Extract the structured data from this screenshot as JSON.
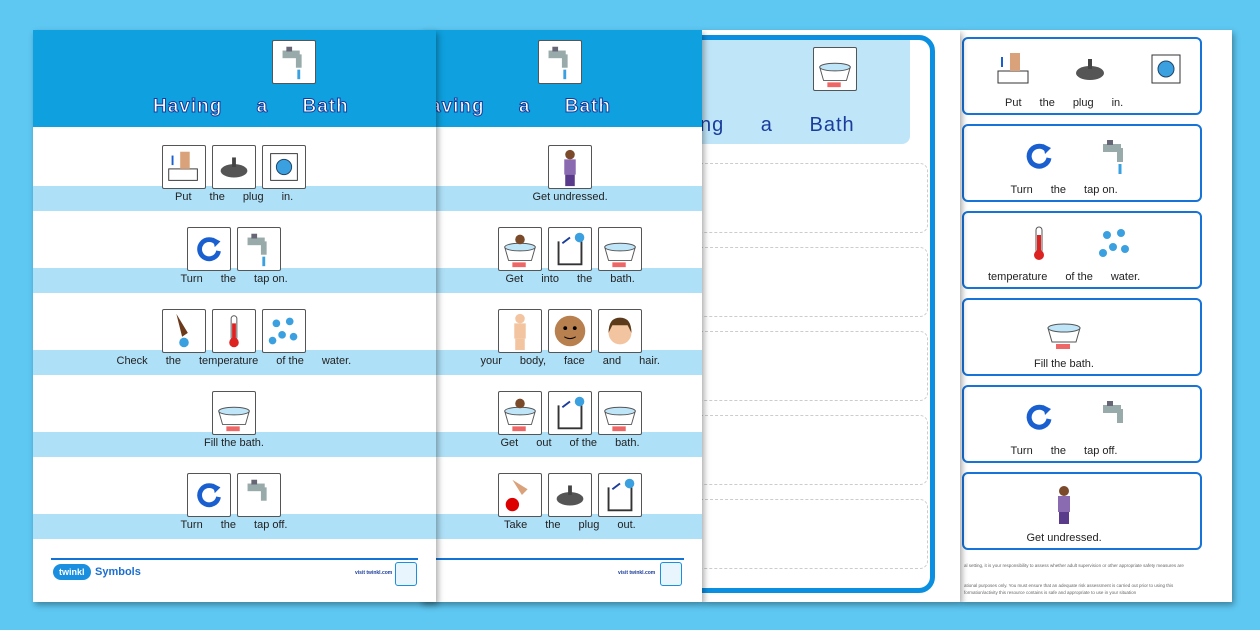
{
  "colors": {
    "background": "#5ec8f2",
    "header": "#0ea0df",
    "band": "#aee0f8",
    "frame": "#0b8fe0"
  },
  "page1": {
    "title": "Having a Bath",
    "title_icon": "tap-hands-icon",
    "rows": [
      {
        "icons": [
          "hand-press-icon",
          "plug-icon",
          "plughole-icon"
        ],
        "words": [
          "Put",
          "the",
          "plug",
          "in."
        ]
      },
      {
        "icons": [
          "turn-arrow-icon",
          "tap-on-icon"
        ],
        "words": [
          "Turn",
          "the",
          "tap on."
        ]
      },
      {
        "icons": [
          "finger-water-icon",
          "thermometer-icon",
          "water-drops-icon"
        ],
        "words": [
          "Check",
          "the",
          "temperature",
          "of the",
          "water."
        ]
      },
      {
        "icons": [
          "bath-icon"
        ],
        "words": [
          "Fill the bath."
        ]
      },
      {
        "icons": [
          "turn-arrow-icon",
          "tap-off-icon"
        ],
        "words": [
          "Turn",
          "the",
          "tap off."
        ]
      }
    ],
    "footer": {
      "logo": "twinkl",
      "symbols": "Symbols",
      "visit": "visit twinkl.com"
    }
  },
  "page2": {
    "title": "aving a Bath",
    "title_icon": "tap-hands-icon",
    "rows": [
      {
        "icons": [
          "person-icon"
        ],
        "words": [
          "Get undressed."
        ]
      },
      {
        "icons": [
          "person-bath-icon",
          "step-in-icon",
          "bath-icon"
        ],
        "words": [
          "Get",
          "into",
          "the",
          "bath."
        ]
      },
      {
        "icons": [
          "body-icon",
          "face-icon",
          "hair-icon"
        ],
        "words": [
          "your",
          "body,",
          "face",
          "and",
          "hair."
        ]
      },
      {
        "icons": [
          "person-bath-icon",
          "step-out-icon",
          "bath-icon"
        ],
        "words": [
          "Get",
          "out",
          "of the",
          "bath."
        ]
      },
      {
        "icons": [
          "hand-red-dot-icon",
          "plug-icon",
          "plug-out-icon"
        ],
        "words": [
          "Take",
          "the",
          "plug",
          "out."
        ]
      }
    ],
    "footer": {
      "visit": "visit twinkl.com"
    }
  },
  "page3": {
    "title": "ng a Bath",
    "title_icon": "bath-icon",
    "slots": 5
  },
  "page4": {
    "rows": [
      {
        "icons": [
          "hand-press-icon",
          "plug-icon",
          "plughole-icon"
        ],
        "words": [
          "Put",
          "the",
          "plug",
          "in."
        ]
      },
      {
        "icons": [
          "turn-arrow-icon",
          "tap-on-icon"
        ],
        "words": [
          "Turn",
          "the",
          "tap on."
        ]
      },
      {
        "icons": [
          "thermometer-icon",
          "water-drops-icon"
        ],
        "words": [
          "temperature",
          "of the",
          "water."
        ]
      },
      {
        "icons": [
          "bath-icon"
        ],
        "words": [
          "Fill the bath."
        ]
      },
      {
        "icons": [
          "turn-arrow-icon",
          "tap-off-icon"
        ],
        "words": [
          "Turn",
          "the",
          "tap off."
        ]
      },
      {
        "icons": [
          "person-icon"
        ],
        "words": [
          "Get undressed."
        ]
      }
    ],
    "disclaimer": [
      "al setting, it is your responsibility to assess whether adult supervision or other appropriate safety measures are",
      "ational purposes only. You must ensure that an adequate risk assessment is carried out prior to using this",
      "formation/activity this resource contains is safe and appropriate to use in your situation"
    ]
  }
}
